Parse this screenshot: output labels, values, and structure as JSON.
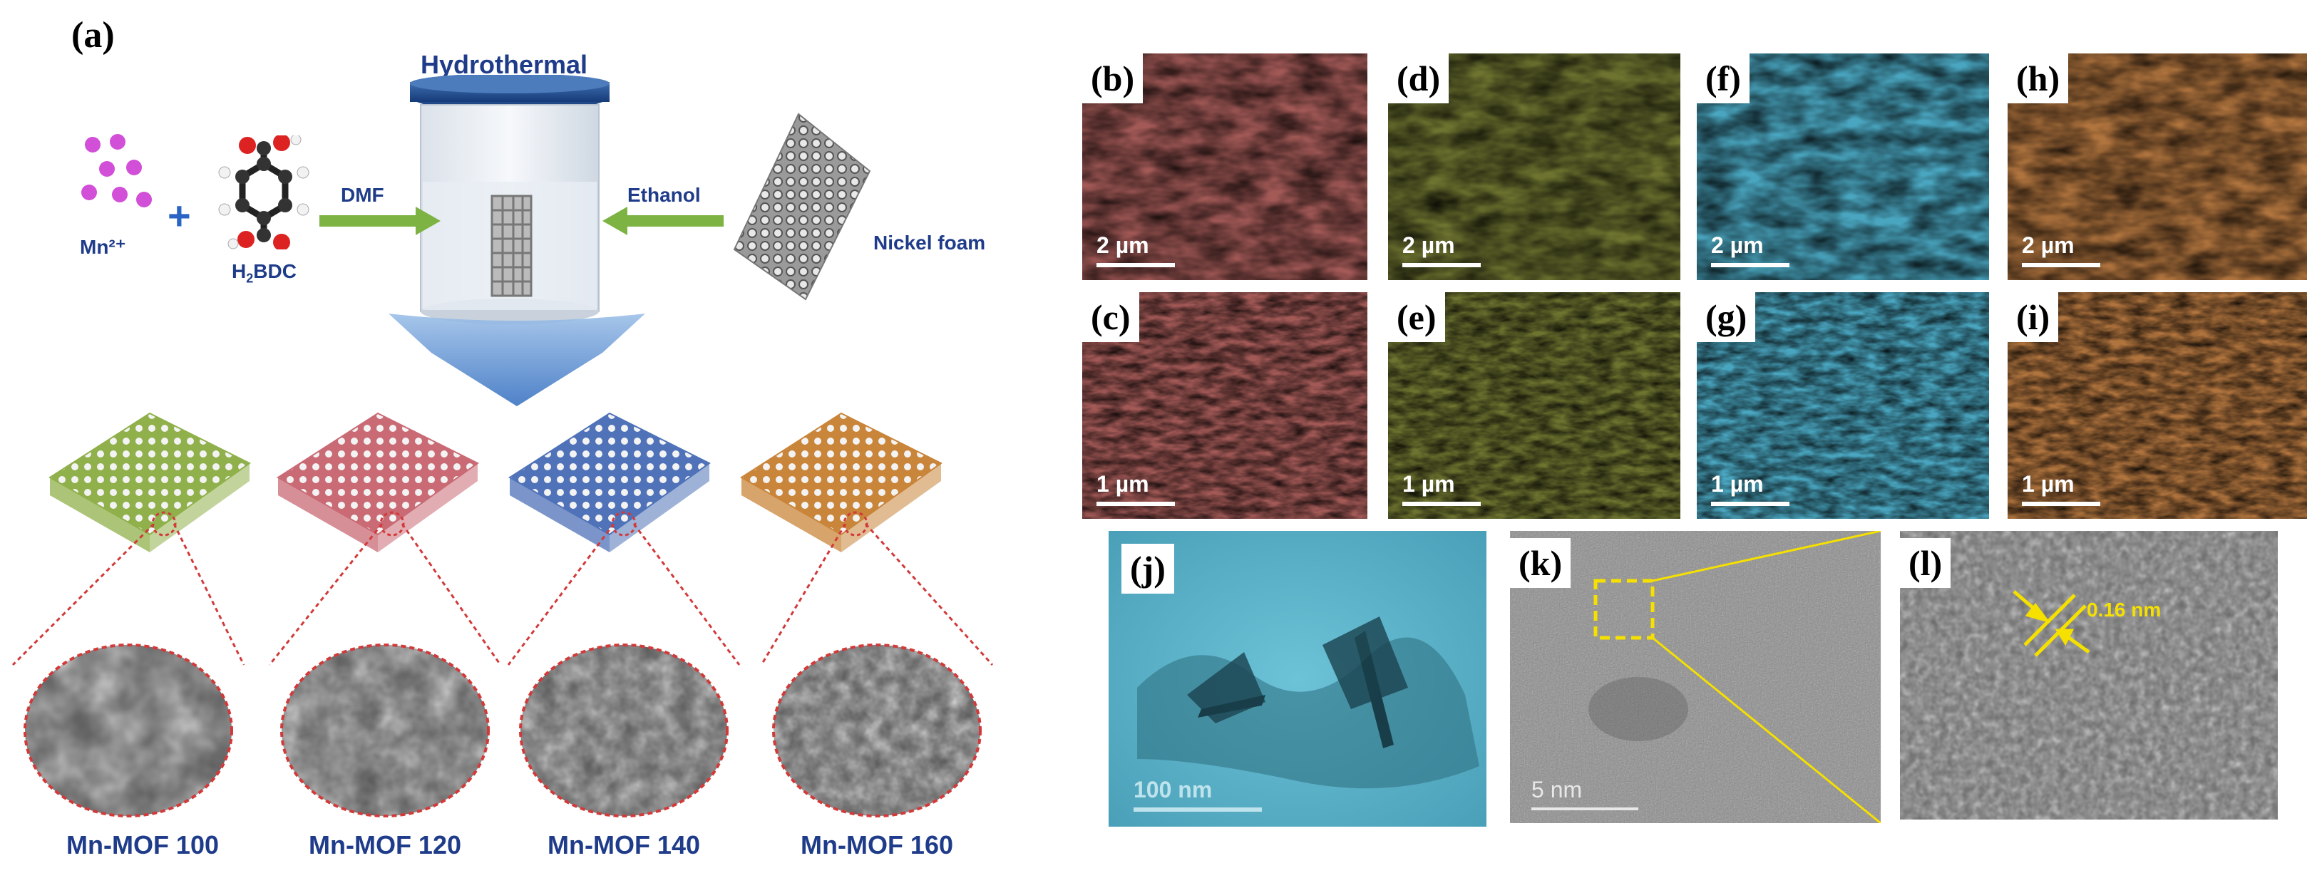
{
  "panel_a": {
    "label": "(a)",
    "hydrothermal": "Hydrothermal",
    "ion": "Mn²⁺",
    "plus": "+",
    "linker_prefix": "H",
    "linker_sub": "2",
    "linker_suffix": "BDC",
    "solvent_left": "DMF",
    "solvent_right": "Ethanol",
    "substrate": "Nickel foam",
    "products": [
      {
        "name": "Mn-MOF 100",
        "color": "#8fb04a"
      },
      {
        "name": "Mn-MOF 120",
        "color": "#c96a74"
      },
      {
        "name": "Mn-MOF 140",
        "color": "#4f72b8"
      },
      {
        "name": "Mn-MOF 160",
        "color": "#c9853a"
      }
    ]
  },
  "sem_panels": [
    {
      "label": "(b)",
      "scale": "2 µm",
      "color": "#a35a57"
    },
    {
      "label": "(c)",
      "scale": "1 µm",
      "color": "#a35a57"
    },
    {
      "label": "(d)",
      "scale": "2 µm",
      "color": "#6e7430"
    },
    {
      "label": "(e)",
      "scale": "1 µm",
      "color": "#6e7430"
    },
    {
      "label": "(f)",
      "scale": "2 µm",
      "color": "#4aa6c0"
    },
    {
      "label": "(g)",
      "scale": "1 µm",
      "color": "#4aa6c0"
    },
    {
      "label": "(h)",
      "scale": "2 µm",
      "color": "#b0743e"
    },
    {
      "label": "(i)",
      "scale": "1 µm",
      "color": "#b0743e"
    }
  ],
  "tem_panels": {
    "j": {
      "label": "(j)",
      "scale": "100 nm"
    },
    "k": {
      "label": "(k)",
      "scale": "5 nm"
    },
    "l": {
      "label": "(l)",
      "lattice": "0.16 nm"
    }
  },
  "colors": {
    "accent_blue": "#1f3c8a",
    "arrow_green": "#7cb342",
    "zoom_red": "#d23a3a",
    "fringe_yellow": "#f5e000"
  }
}
